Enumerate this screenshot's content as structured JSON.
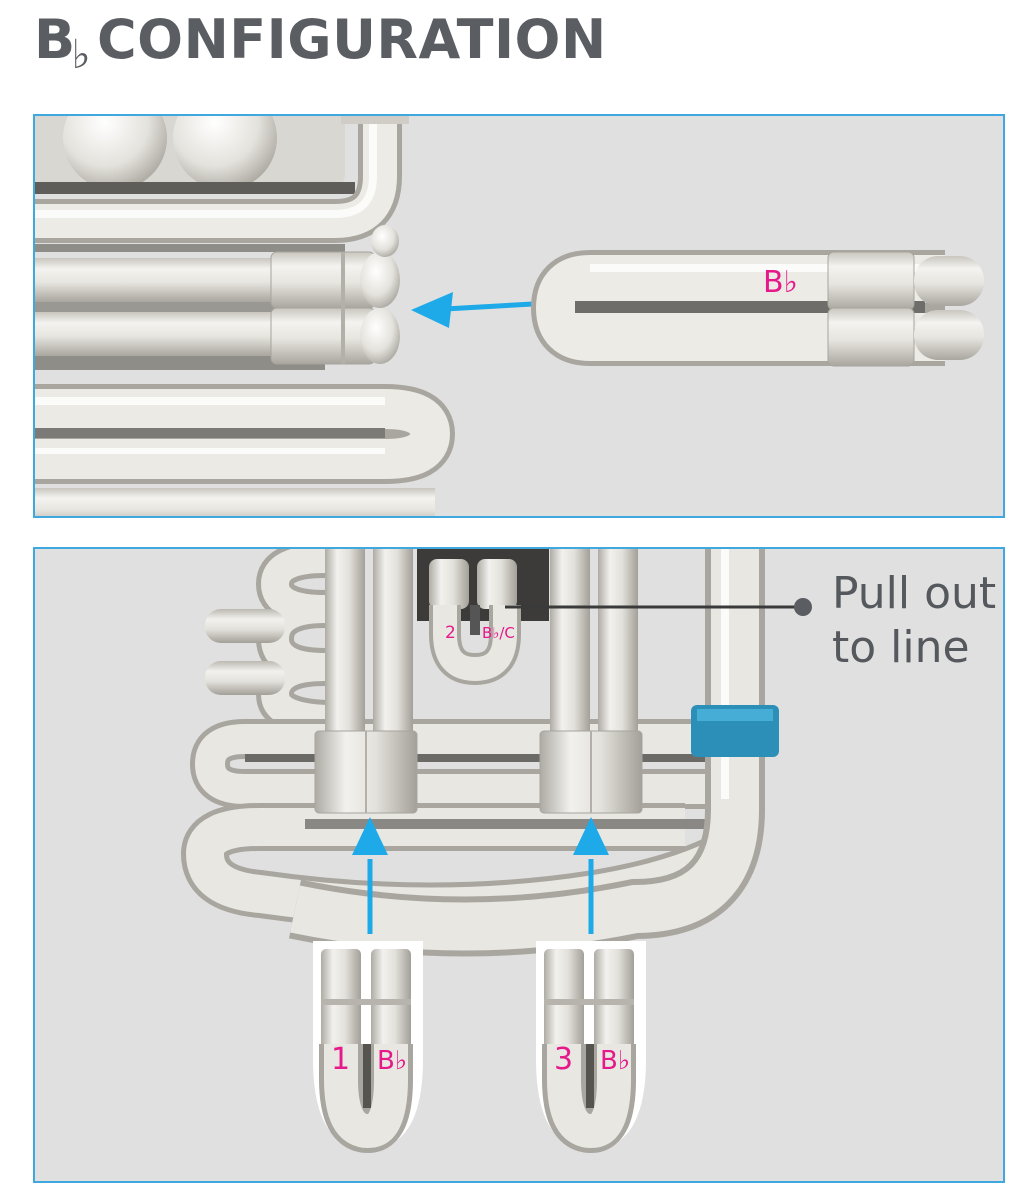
{
  "header": {
    "title_note": "B",
    "title_flat": "♭",
    "title_word": "CONFIGURATION"
  },
  "top_panel": {
    "slide_label": "B♭"
  },
  "bottom_panel": {
    "slide_2_number": "2",
    "slide_2_key": "B♭/C",
    "callout_line1": "Pull out",
    "callout_line2": "to line",
    "slide_1_number": "1",
    "slide_1_key": "B♭",
    "slide_3_number": "3",
    "slide_3_key": "B♭"
  },
  "colors": {
    "arrow": "#1ea9e8",
    "label": "#e6198b",
    "border": "#3fa9df",
    "band": "#2b8fb8"
  }
}
